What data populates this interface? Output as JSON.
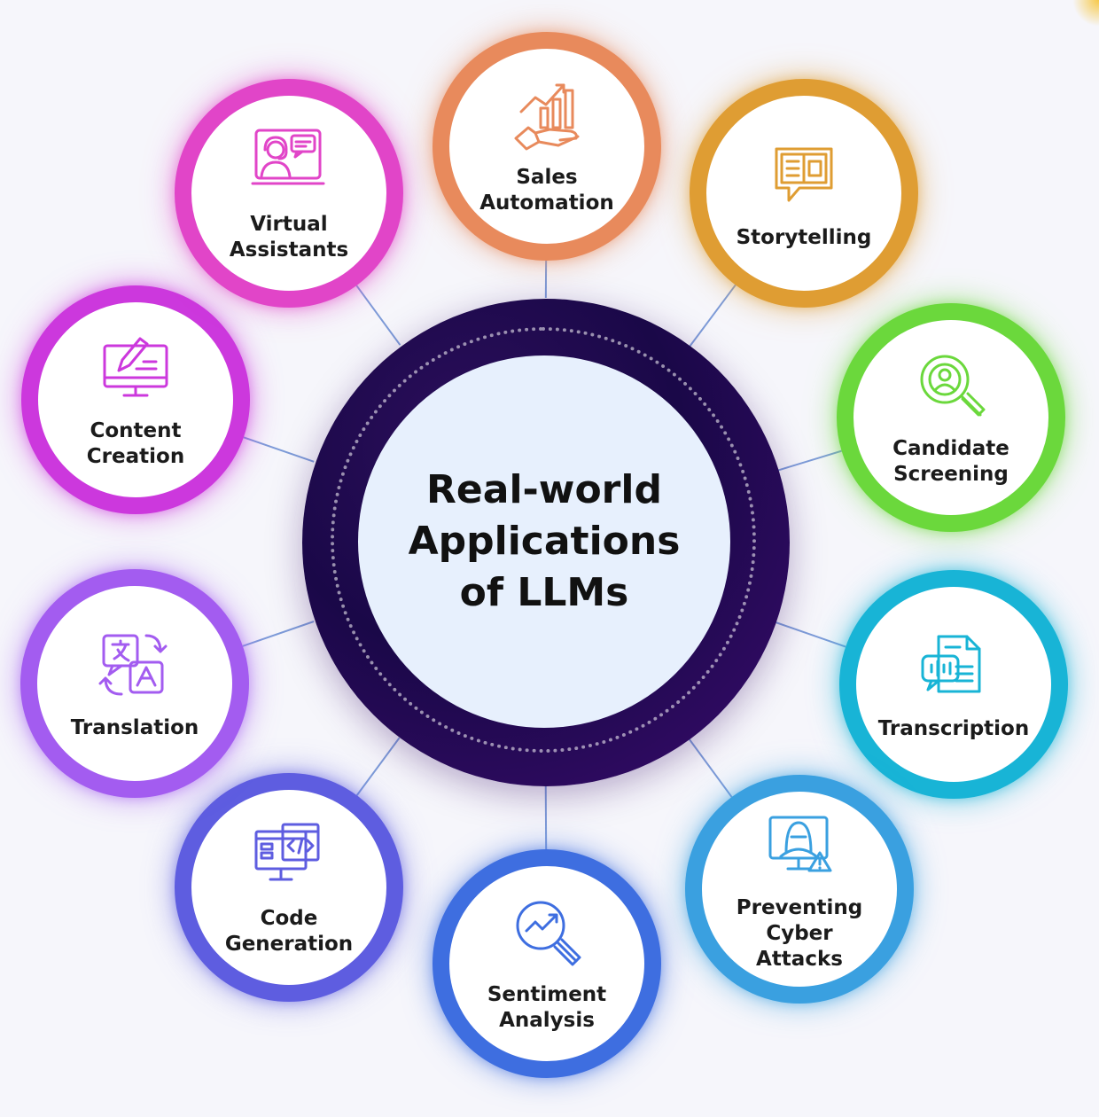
{
  "hub": {
    "title": "Real-world\nApplications\nof LLMs"
  },
  "nodes": [
    {
      "id": "sales-automation",
      "label": "Sales\nAutomation",
      "icon": "growth-chart-hand-icon",
      "color": "#e88a5c"
    },
    {
      "id": "storytelling",
      "label": "Storytelling",
      "icon": "book-speech-icon",
      "color": "#df9d33"
    },
    {
      "id": "candidate-screening",
      "label": "Candidate\nScreening",
      "icon": "magnifier-person-icon",
      "color": "#6bd83c"
    },
    {
      "id": "transcription",
      "label": "Transcription",
      "icon": "document-audio-icon",
      "color": "#18b4d6"
    },
    {
      "id": "preventing-cyber-attacks",
      "label": "Preventing\nCyber\nAttacks",
      "icon": "hacker-monitor-icon",
      "color": "#3aa0e0"
    },
    {
      "id": "sentiment-analysis",
      "label": "Sentiment\nAnalysis",
      "icon": "magnifier-trend-icon",
      "color": "#3e6ee0"
    },
    {
      "id": "code-generation",
      "label": "Code\nGeneration",
      "icon": "code-window-icon",
      "color": "#5e5de0"
    },
    {
      "id": "translation",
      "label": "Translation",
      "icon": "translate-icon",
      "color": "#a35cf0"
    },
    {
      "id": "content-creation",
      "label": "Content\nCreation",
      "icon": "monitor-pen-icon",
      "color": "#cc38dd"
    },
    {
      "id": "virtual-assistants",
      "label": "Virtual\nAssistants",
      "icon": "support-agent-icon",
      "color": "#e145c8"
    }
  ]
}
